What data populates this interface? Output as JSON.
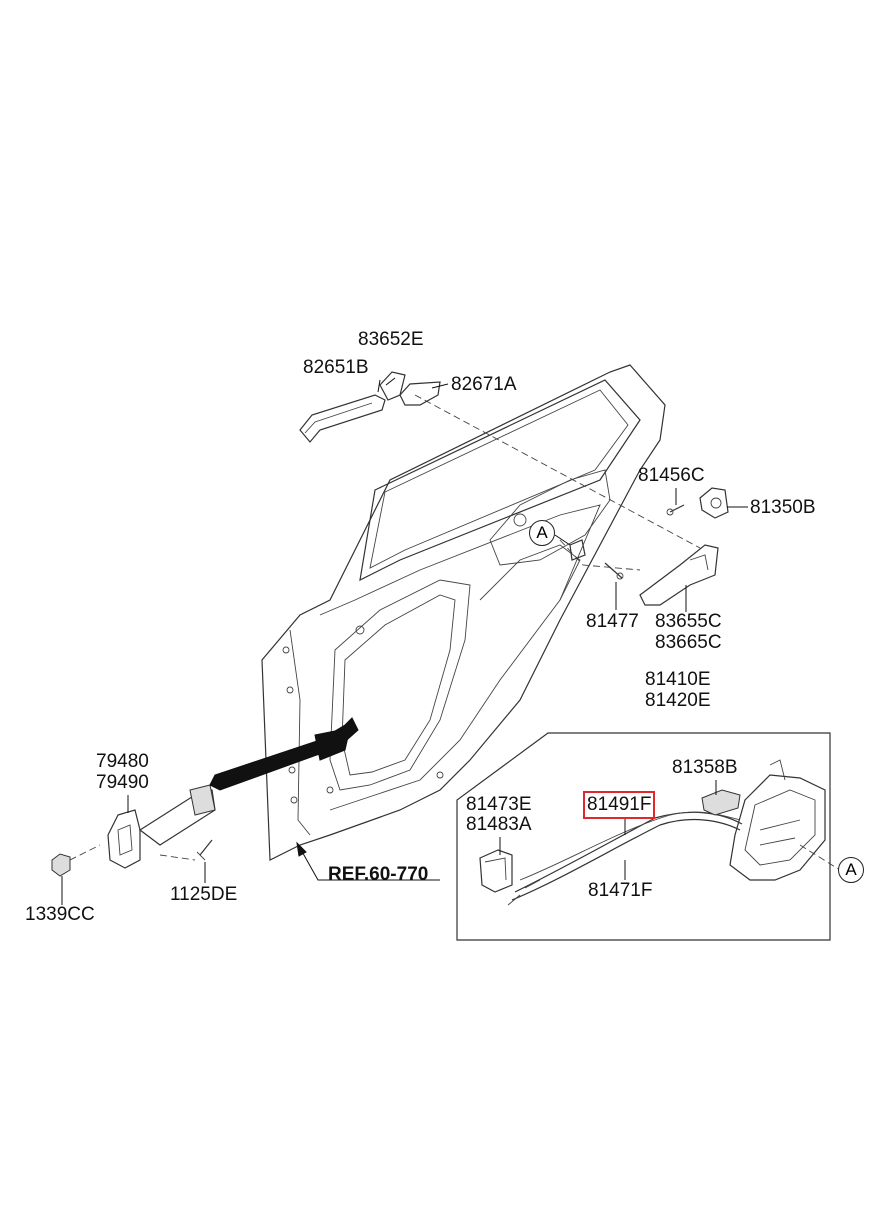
{
  "labels": {
    "p83652E": "83652E",
    "p82651B": "82651B",
    "p82671A": "82671A",
    "p81456C": "81456C",
    "p81350B": "81350B",
    "p81477": "81477",
    "p83655C": "83655C",
    "p83665C": "83665C",
    "p81410E": "81410E",
    "p81420E": "81420E",
    "p81358B": "81358B",
    "p81473E": "81473E",
    "p81483A": "81483A",
    "p81491F": "81491F",
    "p81471F": "81471F",
    "p79480": "79480",
    "p79490": "79490",
    "p1339CC": "1339CC",
    "p1125DE": "1125DE",
    "ref": "REF.60-770"
  },
  "callouts": {
    "a1": "A",
    "a2": "A"
  },
  "highlight_color": "#e0282e"
}
